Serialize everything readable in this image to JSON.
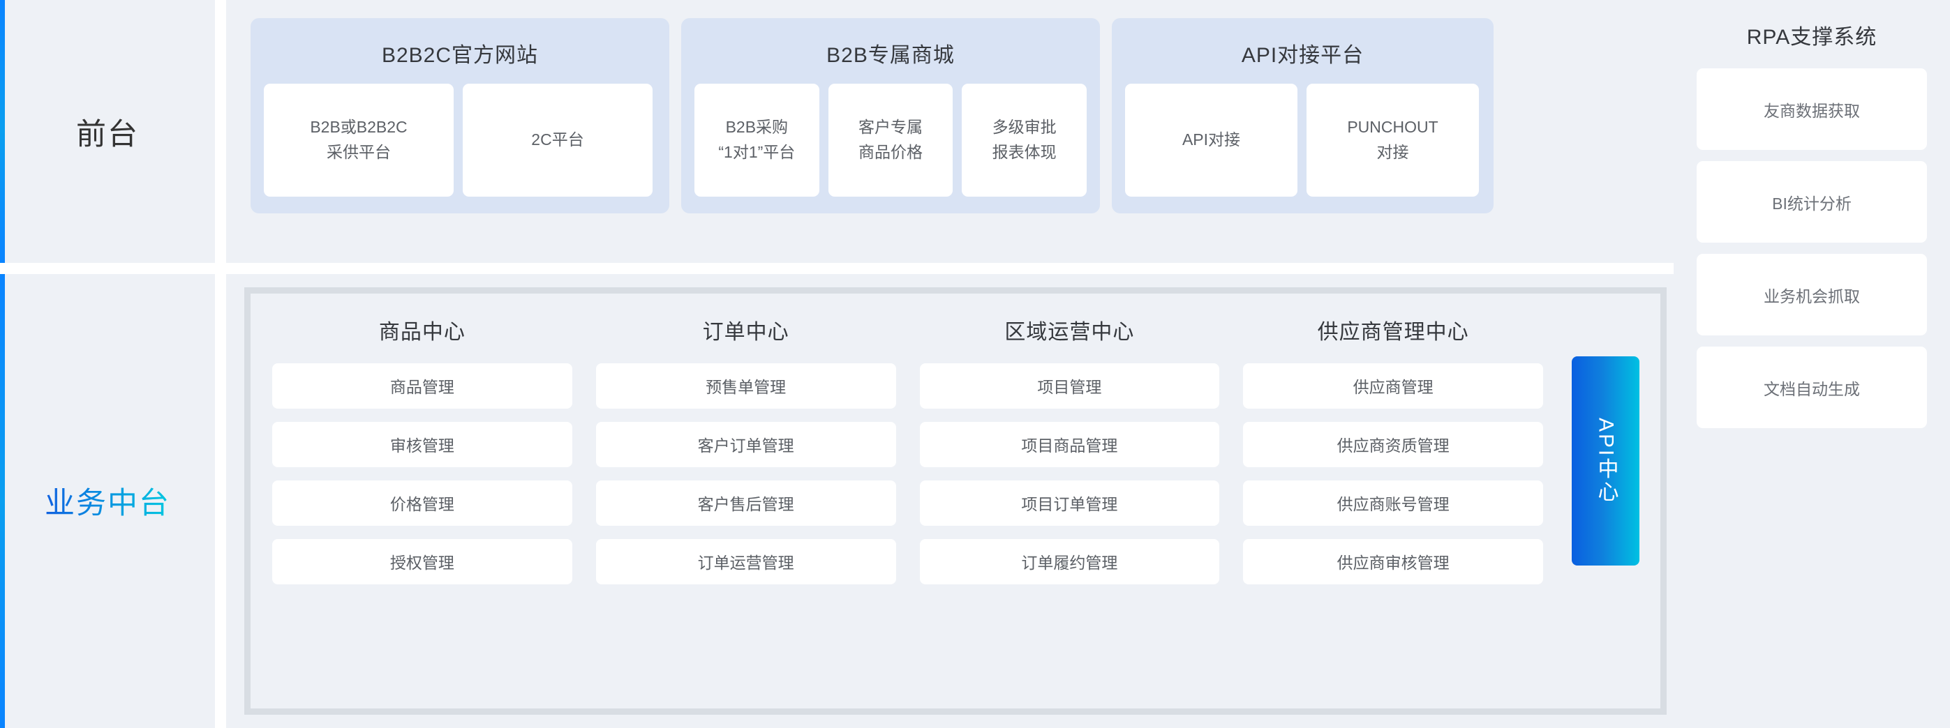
{
  "colors": {
    "panel_bg": "#eef1f6",
    "group_bg": "#d9e3f4",
    "card_bg": "#ffffff",
    "accent_blue": "#0a84ff",
    "accent_cyan": "#00c8e0",
    "panel_border": "#d8dde3",
    "title_text": "#35383d",
    "card_text": "#5c6066"
  },
  "rows": [
    {
      "label": "前台"
    },
    {
      "label": "业务中台"
    }
  ],
  "front": {
    "groups": [
      {
        "title": "B2B2C官方网站",
        "cards": [
          {
            "lines": [
              "B2B或B2B2C",
              "采供平台"
            ]
          },
          {
            "lines": [
              "2C平台"
            ]
          }
        ]
      },
      {
        "title": "B2B专属商城",
        "cards": [
          {
            "lines": [
              "B2B采购",
              "“1对1”平台"
            ]
          },
          {
            "lines": [
              "客户专属",
              "商品价格"
            ]
          },
          {
            "lines": [
              "多级审批",
              "报表体现"
            ]
          }
        ]
      },
      {
        "title": "API对接平台",
        "cards": [
          {
            "lines": [
              "API对接"
            ]
          },
          {
            "lines": [
              "PUNCHOUT",
              "对接"
            ]
          }
        ]
      }
    ]
  },
  "rpa": {
    "title": "RPA支撑系统",
    "cards": [
      "友商数据获取",
      "BI统计分析",
      "业务机会抓取",
      "文档自动生成"
    ]
  },
  "middle": {
    "centers": [
      {
        "title": "商品中心",
        "items": [
          "商品管理",
          "审核管理",
          "价格管理",
          "授权管理"
        ]
      },
      {
        "title": "订单中心",
        "items": [
          "预售单管理",
          "客户订单管理",
          "客户售后管理",
          "订单运营管理"
        ]
      },
      {
        "title": "区域运营中心",
        "items": [
          "项目管理",
          "项目商品管理",
          "项目订单管理",
          "订单履约管理"
        ]
      },
      {
        "title": "供应商管理中心",
        "items": [
          "供应商管理",
          "供应商资质管理",
          "供应商账号管理",
          "供应商审核管理"
        ]
      }
    ],
    "api_center": "API中心"
  }
}
